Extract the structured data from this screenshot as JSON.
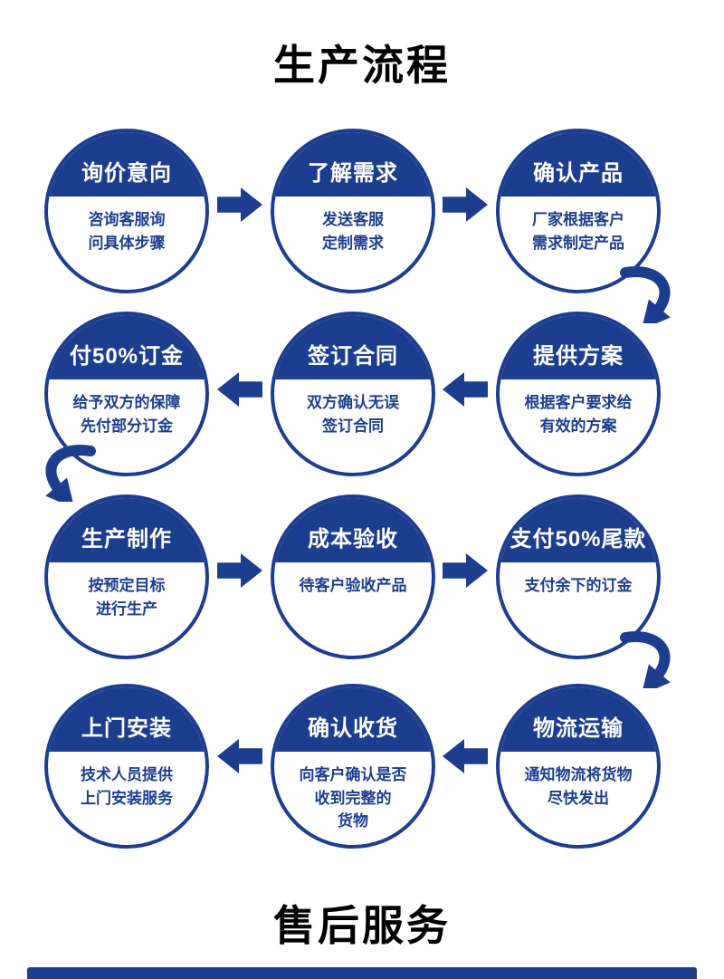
{
  "page": {
    "title": "生产流程",
    "footer_title": "售后服务"
  },
  "colors": {
    "accent": "#1d3e8f",
    "title_text": "#000000",
    "step_title_text": "#ffffff",
    "step_desc_text": "#1d3e8f"
  },
  "steps": [
    {
      "title": "询价意向",
      "desc": "咨询客服询\n问具体步骤"
    },
    {
      "title": "了解需求",
      "desc": "发送客服\n定制需求"
    },
    {
      "title": "确认产品",
      "desc": "厂家根据客户\n需求制定产品"
    },
    {
      "title": "提供方案",
      "desc": "根据客户要求给\n有效的方案"
    },
    {
      "title": "签订合同",
      "desc": "双方确认无误\n签订合同"
    },
    {
      "title": "付50%订金",
      "desc": "给予双方的保障\n先付部分订金"
    },
    {
      "title": "生产制作",
      "desc": "按预定目标\n进行生产"
    },
    {
      "title": "成本验收",
      "desc": "待客户验收产品"
    },
    {
      "title": "支付50%尾款",
      "desc": "支付余下的订金"
    },
    {
      "title": "物流运输",
      "desc": "通知物流将货物\n尽快发出"
    },
    {
      "title": "确认收货",
      "desc": "向客户确认是否\n收到完整的\n货物"
    },
    {
      "title": "上门安装",
      "desc": "技术人员提供\n上门安装服务"
    }
  ]
}
